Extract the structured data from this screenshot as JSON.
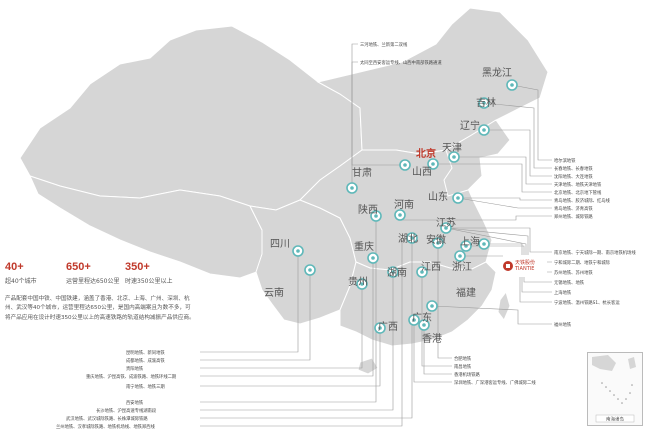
{
  "stats": [
    {
      "num": "40+",
      "label": "超40个城市"
    },
    {
      "num": "650+",
      "label": "运营里程达650公里"
    },
    {
      "num": "350+",
      "label": "时速350公里以上"
    }
  ],
  "description": "产品配套中国中铁、中国铁建，涵盖了香港、北京、上海、广州、深圳、杭州、武汉等40个城市，运营里程达650公里，是国内高端案且为数不多，可将产品应用在设计时速350公里以上的高速铁路的轨道结构减振产品供应商。",
  "logo": {
    "name": "天铁股份",
    "sub": "TIANTIE"
  },
  "provinces": {
    "heilongjiang": "黑龙江",
    "jilin": "吉林",
    "liaoning": "辽宁",
    "beijing": "北京",
    "tianjin": "天津",
    "gansu": "甘肃",
    "shanxi": "山西",
    "shandong": "山东",
    "henan": "河南",
    "shaanxi": "陕西",
    "jiangsu": "江苏",
    "hubei": "湖北",
    "anhui": "安徽",
    "shanghai": "上海",
    "sichuan": "四川",
    "chongqing": "重庆",
    "zhejiang": "浙江",
    "jiangxi": "江西",
    "hunan": "湖南",
    "guizhou": "贵州",
    "yunnan": "云南",
    "fujian": "福建",
    "guangxi": "广西",
    "guangdong": "广东",
    "hongkong": "香港"
  },
  "notes_top": [
    "三河地铁、兰新第二双线",
    "太同至西安客运专线、山西中南部铁路通道"
  ],
  "notes_right": [
    "哈尔滨地铁",
    "长春地铁、长春地铁",
    "沈阳地铁、大连地铁",
    "天津地铁、地铁天津地铁",
    "北京地铁、北京地下管线",
    "青岛地铁、胶济城际、红岛线",
    "青岛地铁、济青高铁",
    "郑州地铁、城际铁路",
    "南京地铁、宁天城际一期、南京地铁机场线",
    "宁和城际二期、地铁宁和城际",
    "苏州地铁、苏州地铁",
    "无锡地铁、地铁",
    "上海地铁",
    "宁波地铁、温州铁路S1、杭长客运",
    "福州地铁"
  ],
  "notes_bottom_right": [
    "合肥地铁",
    "南昌地铁",
    "香港机场铁路",
    "深圳地铁、广深港客运专线、广佛城际二线"
  ],
  "notes_bottom_left": [
    "昆明地铁、新同地铁",
    "成都地铁、成渝高铁",
    "贵阳地铁",
    "重庆地铁、沪昆高铁、成渝铁路、地铁环线二期",
    "南宁地铁、地铁三期",
    "西安地铁",
    "长沙地铁、沪昆高速专线湖南段",
    "武汉地铁、武汉城际铁路、长株潭城际铁路",
    "兰州地铁、汉孝城际铁路、地铁机场线、地铁郑西线"
  ],
  "inset_label": "南海诸岛"
}
